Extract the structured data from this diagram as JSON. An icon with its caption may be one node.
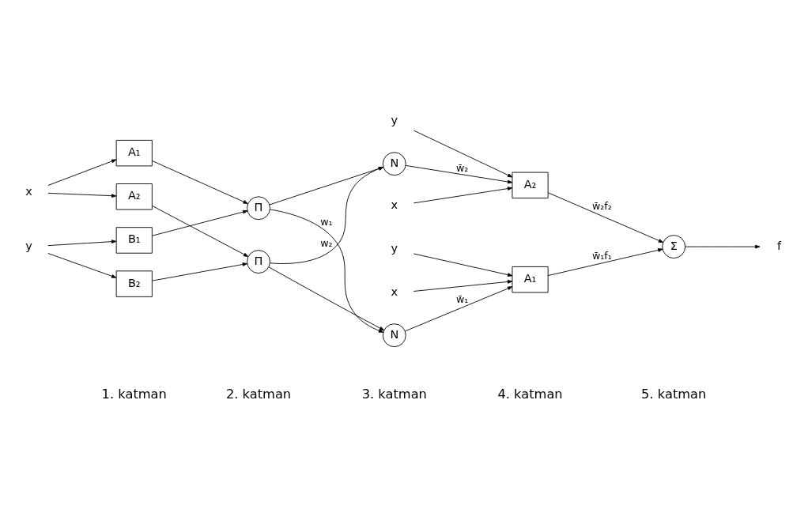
{
  "diagram": {
    "nodes": [
      {
        "text": [
          "x"
        ]
      },
      {
        "text": [
          "y"
        ]
      },
      {
        "text": [
          "A₁"
        ]
      },
      {
        "text": [
          "A₂"
        ]
      },
      {
        "text": [
          "B₁"
        ]
      },
      {
        "text": [
          "B₂"
        ]
      },
      {
        "text": [
          "Π"
        ]
      },
      {
        "text": [
          "Π"
        ]
      },
      {
        "text": [
          "N"
        ]
      },
      {
        "text": [
          "N"
        ]
      },
      {
        "text": [
          "x"
        ]
      },
      {
        "text": [
          "y"
        ]
      },
      {
        "text": [
          "A₁"
        ]
      },
      {
        "text": [
          "A₂"
        ]
      },
      {
        "text": [
          "x"
        ]
      },
      {
        "text": [
          "y"
        ]
      },
      {
        "text": [
          "Σ"
        ]
      },
      {
        "text": [
          "f"
        ]
      }
    ],
    "edges": [
      {
        "from": 0,
        "to": 2,
        "arrow": "to"
      },
      {
        "from": 0,
        "to": 3,
        "arrow": "to"
      },
      {
        "from": 1,
        "to": 4,
        "arrow": "to"
      },
      {
        "from": 1,
        "to": 5,
        "arrow": "to"
      },
      {
        "from": 2,
        "to": 6,
        "arrow": "to"
      },
      {
        "from": 3,
        "to": 7,
        "arrow": "to"
      },
      {
        "from": 4,
        "to": 6,
        "arrow": "to"
      },
      {
        "from": 5,
        "to": 7,
        "arrow": "to"
      },
      {
        "from": 6,
        "to": 8,
        "arrow": "to",
        "label": "w₁"
      },
      {
        "from": 6,
        "to": 9,
        "arrow": "to"
      },
      {
        "from": 7,
        "to": 8,
        "arrow": "to"
      },
      {
        "from": 7,
        "to": 9,
        "arrow": "to",
        "label": "w₂"
      },
      {
        "from": 8,
        "to": 12,
        "arrow": "to",
        "label": "w̄₁"
      },
      {
        "from": 9,
        "to": 13,
        "arrow": "to",
        "label": "w̄₂"
      },
      {
        "from": 10,
        "to": 12,
        "arrow": "to"
      },
      {
        "from": 11,
        "to": 12,
        "arrow": "to"
      },
      {
        "from": 14,
        "to": 13,
        "arrow": "to"
      },
      {
        "from": 15,
        "to": 13,
        "arrow": "to"
      },
      {
        "from": 12,
        "to": 16,
        "arrow": "to",
        "label": "w̄₁f₁"
      },
      {
        "from": 13,
        "to": 16,
        "arrow": "to",
        "label": "w̄₂f₂"
      },
      {
        "from": 16,
        "to": 17,
        "arrow": "to"
      }
    ],
    "labels": [
      "1. katman",
      "2. katman",
      "3. katman",
      "4. katman",
      "5. katman"
    ]
  }
}
